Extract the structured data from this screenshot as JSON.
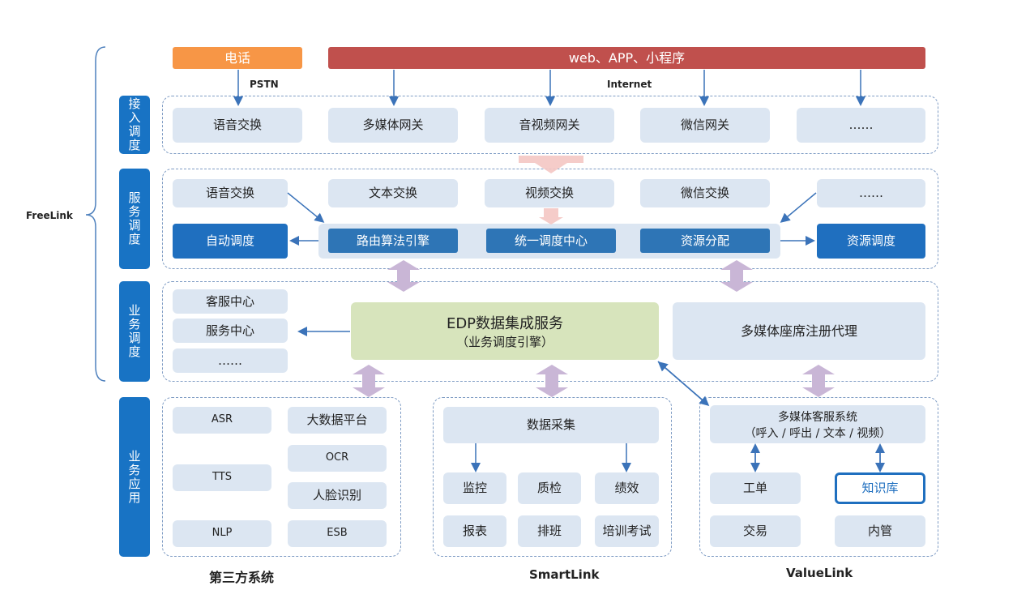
{
  "top": {
    "phone": "电话",
    "web": "web、APP、小程序",
    "pstn": "PSTN",
    "internet": "Internet"
  },
  "side": {
    "freelink": "FreeLink"
  },
  "layers": {
    "access": "接入调度",
    "service": "服务调度",
    "business": "业务调度",
    "application": "业务应用"
  },
  "access_row": [
    "语音交换",
    "多媒体网关",
    "音视频网关",
    "微信网关",
    "……"
  ],
  "service_row1": [
    "语音交换",
    "文本交换",
    "视频交换",
    "微信交换",
    "……"
  ],
  "service_row2": {
    "auto": "自动调度",
    "routing": "路由算法引擎",
    "unified": "统一调度中心",
    "resource_alloc": "资源分配",
    "resource_sched": "资源调度"
  },
  "business": {
    "left": [
      "客服中心",
      "服务中心",
      "……"
    ],
    "edp_title": "EDP数据集成服务",
    "edp_sub": "（业务调度引擎）",
    "agent": "多媒体座席注册代理"
  },
  "third_party": {
    "left": [
      "ASR",
      "TTS",
      "NLP"
    ],
    "right": [
      "大数据平台",
      "OCR",
      "人脸识别",
      "ESB"
    ],
    "caption": "第三方系统"
  },
  "smartlink": {
    "collect": "数据采集",
    "row1": [
      "监控",
      "质检",
      "绩效"
    ],
    "row2": [
      "报表",
      "排班",
      "培训考试"
    ],
    "caption": "SmartLink"
  },
  "valuelink": {
    "system_line1": "多媒体客服系统",
    "system_line2": "（呼入 / 呼出 / 文本 / 视频）",
    "row1": [
      "工单",
      "知识库"
    ],
    "row2": [
      "交易",
      "内管"
    ],
    "caption": "ValueLink"
  },
  "colors": {
    "phone": "#f79646",
    "web": "#c0504d",
    "layer": "#1873c4",
    "cell": "#dce6f2",
    "edp": "#d7e4bc"
  }
}
